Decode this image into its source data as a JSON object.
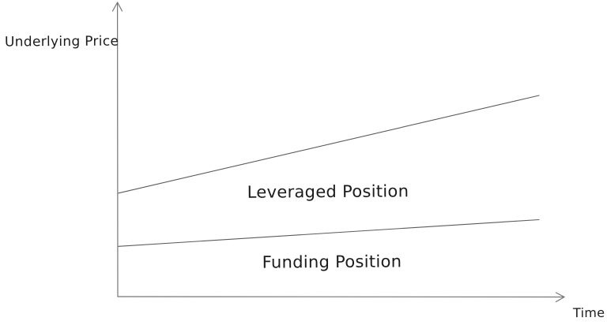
{
  "chart_data": {
    "type": "line",
    "title": "",
    "xlabel": "Time",
    "ylabel": "Underlying Price",
    "x_ticks": [],
    "y_ticks": [],
    "gridlines": false,
    "legend": "inline-labels-below-lines",
    "style": "hand-drawn sketch, thin gray strokes on white, arrowed axes",
    "axis_ranges": {
      "x": [
        0,
        1
      ],
      "y": [
        0,
        1
      ],
      "units": "unlabeled / conceptual"
    },
    "series": [
      {
        "name": "Leveraged Position",
        "x": [
          0,
          1
        ],
        "y": [
          0.35,
          0.68
        ],
        "trend": "rising, steeper slope, starts higher"
      },
      {
        "name": "Funding Position",
        "x": [
          0,
          1
        ],
        "y": [
          0.17,
          0.26
        ],
        "trend": "rising, shallow slope, starts lower"
      }
    ],
    "colors": {
      "background": "#ffffff",
      "axis": "#757575",
      "line": "#5c5c5c",
      "text": "#1b1b1b"
    }
  }
}
